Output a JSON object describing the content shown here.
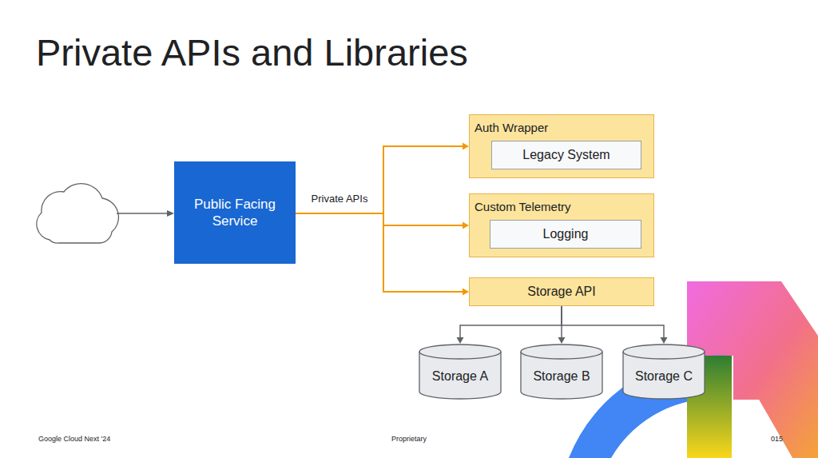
{
  "diagram": {
    "title": "Private APIs and Libraries",
    "nodes": [
      {
        "text": [
          "Public Facing Service"
        ]
      },
      {
        "text": [
          "Auth Wrapper"
        ]
      },
      {
        "text": [
          "Legacy System"
        ],
        "in": 1
      },
      {
        "text": [
          "Custom Telemetry"
        ]
      },
      {
        "text": [
          "Logging"
        ],
        "in": 3
      },
      {
        "text": [
          "Storage API"
        ]
      },
      {
        "text": [
          "Storage A"
        ]
      },
      {
        "text": [
          "Storage B"
        ]
      },
      {
        "text": [
          "Storage C"
        ]
      }
    ],
    "edges": [
      {
        "from": 0,
        "to": 1,
        "arrow": "to",
        "label": "Private APIs"
      },
      {
        "from": 0,
        "to": 3,
        "arrow": "to"
      },
      {
        "from": 0,
        "to": 5,
        "arrow": "to"
      },
      {
        "from": 5,
        "to": 6,
        "arrow": "to"
      },
      {
        "from": 5,
        "to": 7,
        "arrow": "to"
      },
      {
        "from": 5,
        "to": 8,
        "arrow": "to"
      }
    ],
    "labels": [
      "Google Cloud Next '24",
      "Proprietary",
      "015"
    ]
  }
}
